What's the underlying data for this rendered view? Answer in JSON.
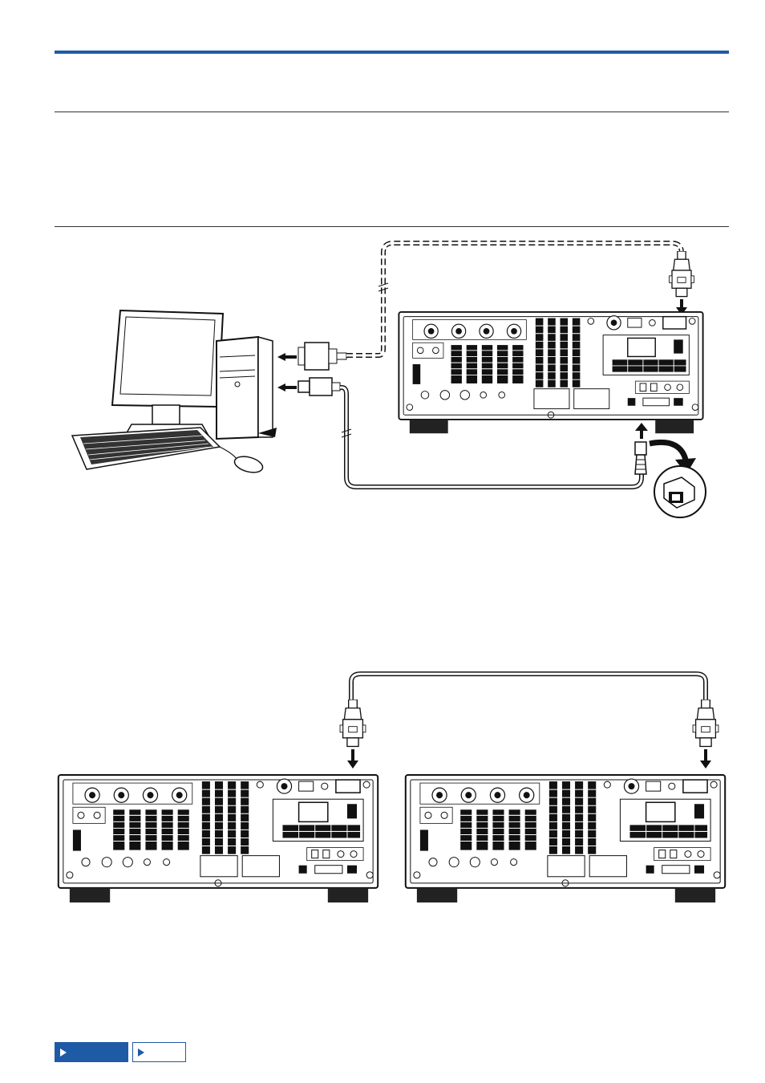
{
  "page": {
    "brand_color": "#1f5aa6"
  },
  "figure_top": {
    "description_icons": [
      "computer-icon",
      "keyboard-icon",
      "mouse-icon",
      "transceiver-rear-panel"
    ]
  },
  "figure_bottom": {
    "description_icons": [
      "transceiver-rear-panel",
      "transceiver-rear-panel",
      "com-cable"
    ]
  },
  "nav": {
    "prev_label": "",
    "next_label": "",
    "prev_icon": "play-right-icon",
    "next_icon": "play-right-icon"
  }
}
